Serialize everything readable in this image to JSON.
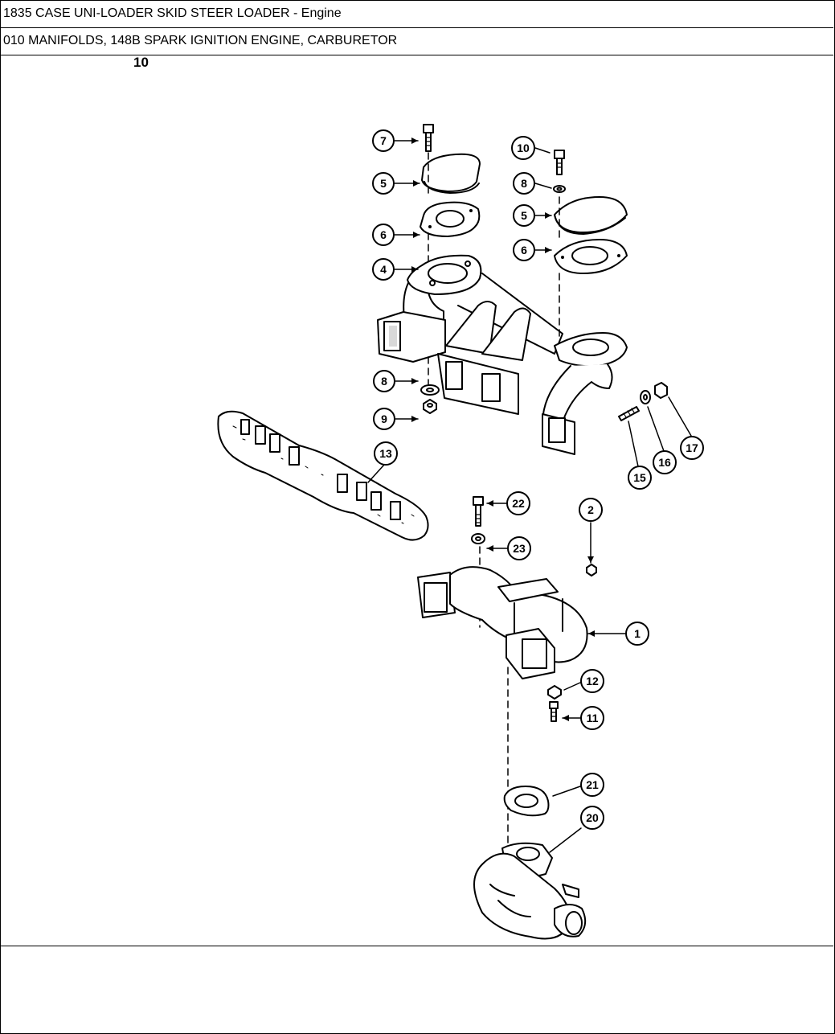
{
  "header": {
    "model_line": "1835 CASE UNI-LOADER SKID STEER LOADER - Engine",
    "section_line": "010 MANIFOLDS, 148B SPARK IGNITION ENGINE, CARBURETOR"
  },
  "figure_number": "10",
  "callouts": [
    {
      "id": "c7",
      "label": "7"
    },
    {
      "id": "c5a",
      "label": "5"
    },
    {
      "id": "c6a",
      "label": "6"
    },
    {
      "id": "c4",
      "label": "4"
    },
    {
      "id": "c8a",
      "label": "8"
    },
    {
      "id": "c9",
      "label": "9"
    },
    {
      "id": "c10",
      "label": "10"
    },
    {
      "id": "c8b",
      "label": "8"
    },
    {
      "id": "c5b",
      "label": "5"
    },
    {
      "id": "c6b",
      "label": "6"
    },
    {
      "id": "c13",
      "label": "13"
    },
    {
      "id": "c15",
      "label": "15"
    },
    {
      "id": "c16",
      "label": "16"
    },
    {
      "id": "c17",
      "label": "17"
    },
    {
      "id": "c22",
      "label": "22"
    },
    {
      "id": "c23",
      "label": "23"
    },
    {
      "id": "c2",
      "label": "2"
    },
    {
      "id": "c1",
      "label": "1"
    },
    {
      "id": "c12",
      "label": "12"
    },
    {
      "id": "c11",
      "label": "11"
    },
    {
      "id": "c21",
      "label": "21"
    },
    {
      "id": "c20",
      "label": "20"
    }
  ]
}
